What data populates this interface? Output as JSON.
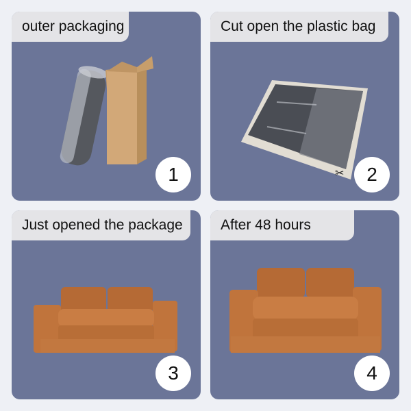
{
  "page": {
    "background_color": "#eef0f5",
    "panel_color": "#6b7598",
    "label_color": "#e4e4e7"
  },
  "steps": [
    {
      "number": "1",
      "label": "outer packaging",
      "illustration": "rolled-sofa-and-cardboard-box"
    },
    {
      "number": "2",
      "label": "Cut open the plastic bag",
      "illustration": "vacuum-sealed-sofa-bag-with-scissors"
    },
    {
      "number": "3",
      "label": "Just opened the package",
      "illustration": "compressed-orange-corduroy-sofa"
    },
    {
      "number": "4",
      "label": "After 48 hours",
      "illustration": "expanded-orange-corduroy-sofa"
    }
  ]
}
